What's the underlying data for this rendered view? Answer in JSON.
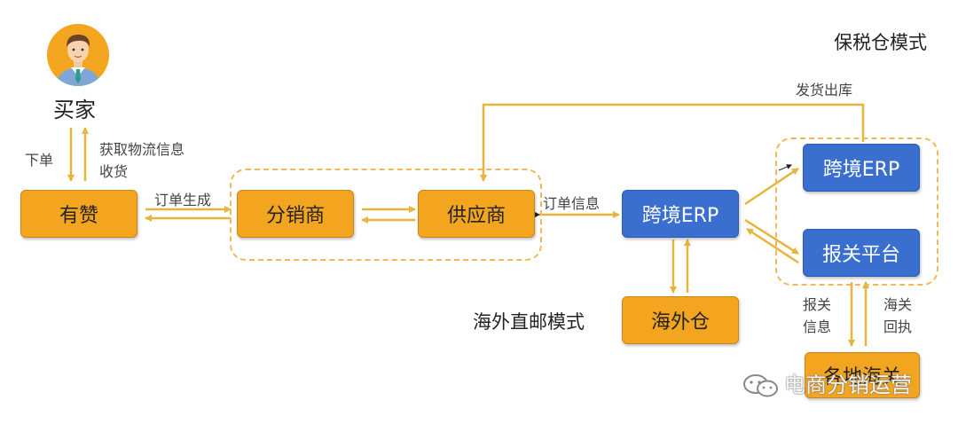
{
  "title": "保税仓模式",
  "direct_mail_mode": "海外直邮模式",
  "buyer": {
    "label": "买家",
    "icon": "businessman-avatar-icon"
  },
  "nodes": {
    "youzan": "有赞",
    "distributor": "分销商",
    "supplier": "供应商",
    "erp_main": "跨境ERP",
    "erp_bonded": "跨境ERP",
    "customs_platform": "报关平台",
    "overseas_warehouse": "海外仓",
    "local_customs": "各地海关"
  },
  "edge_labels": {
    "place_order": "下单",
    "get_logistics": "获取物流信息",
    "receive_goods": "收货",
    "order_created": "订单生成",
    "order_info": "订单信息",
    "ship_out": "发货出库",
    "customs_info_1": "报关",
    "customs_info_2": "信息",
    "customs_receipt_1": "海关",
    "customs_receipt_2": "回执"
  },
  "watermark": "电商分销运营",
  "colors": {
    "orange": "#F3A51F",
    "blue": "#3A6FD0",
    "arrow": "#E8B53C",
    "dashed": "#F0B85A"
  }
}
